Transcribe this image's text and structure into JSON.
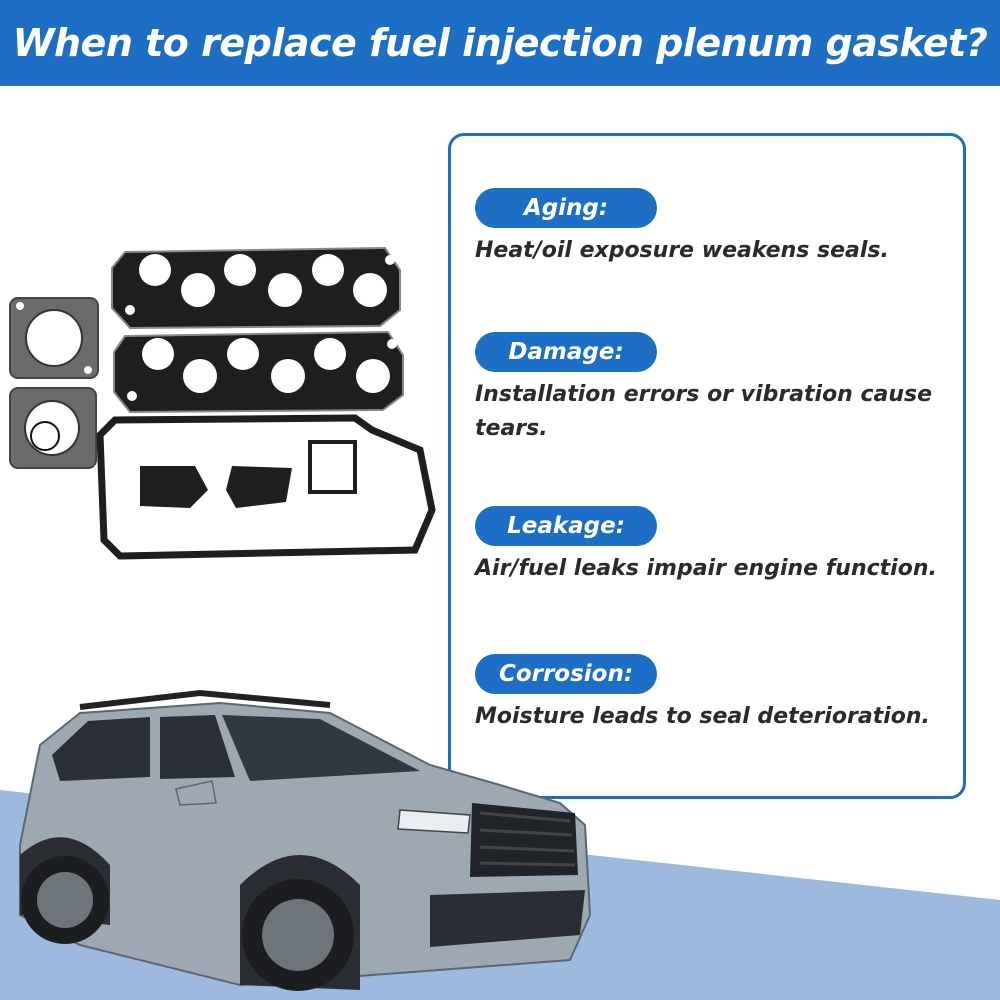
{
  "header": {
    "title": "When to replace fuel injection plenum gasket?"
  },
  "colors": {
    "brand_blue": "#1d6ec5",
    "light_blue": "#9db9dd",
    "car_silver": "#9ea8b3"
  },
  "reasons": [
    {
      "label": "Aging:",
      "description": "Heat/oil exposure weakens seals."
    },
    {
      "label": "Damage:",
      "description": "Installation errors or vibration cause tears."
    },
    {
      "label": "Leakage:",
      "description": "Air/fuel leaks impair engine function."
    },
    {
      "label": "Corrosion:",
      "description": "Moisture leads to seal deterioration."
    }
  ],
  "images": {
    "gaskets": "gasket-kit-icon",
    "vehicle": "suv-vehicle-icon"
  }
}
